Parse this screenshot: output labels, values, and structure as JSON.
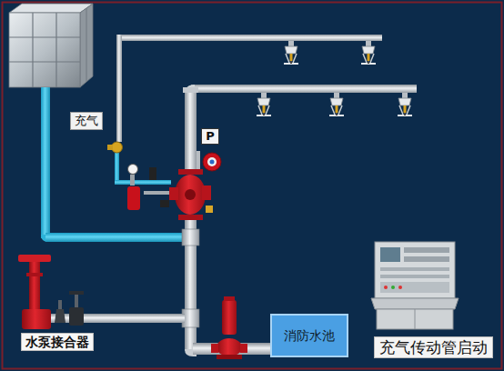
{
  "diagram": {
    "nodes": [
      {
        "text": [
          "充气"
        ]
      },
      {
        "text": [
          "P"
        ]
      },
      {
        "text": [
          "水泵接合器"
        ]
      },
      {
        "text": [
          "消防水池"
        ]
      },
      {
        "text": [
          "充气传动管启动"
        ]
      }
    ]
  }
}
